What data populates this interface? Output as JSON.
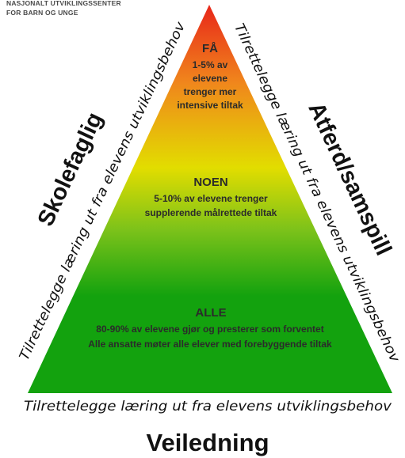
{
  "logo": {
    "line1": "NASJONALT UTVIKLINGSSENTER",
    "line2": "FOR BARN OG UNGE"
  },
  "pyramid": {
    "colors": {
      "top": "#e8261a",
      "orange": "#f0861c",
      "yellow": "#e2dd00",
      "green_light": "#7cc21a",
      "green": "#13a20e"
    },
    "tiers": {
      "few": {
        "title": "FÅ",
        "lines": [
          "1-5% av",
          "elevene",
          "trenger mer",
          "intensive tiltak"
        ]
      },
      "some": {
        "title": "NOEN",
        "lines": [
          "5-10% av elevene trenger",
          "supplerende målrettede tiltak"
        ]
      },
      "all": {
        "title": "ALLE",
        "lines": [
          "80-90% av elevene gjør og presterer som forventet",
          "Alle ansatte møter alle elever med forebyggende tiltak"
        ]
      }
    }
  },
  "side_left": {
    "heading": "Skolefaglig",
    "text": "Tilrettelegge læring ut fra elevens utviklingsbehov"
  },
  "side_right": {
    "heading": "Atferd/samspill",
    "text": "Tilrettelegge læring ut fra elevens utviklingsbehov"
  },
  "bottom_text": "Tilrettelegge læring ut fra elevens utviklingsbehov",
  "footer_title": "Veiledning"
}
